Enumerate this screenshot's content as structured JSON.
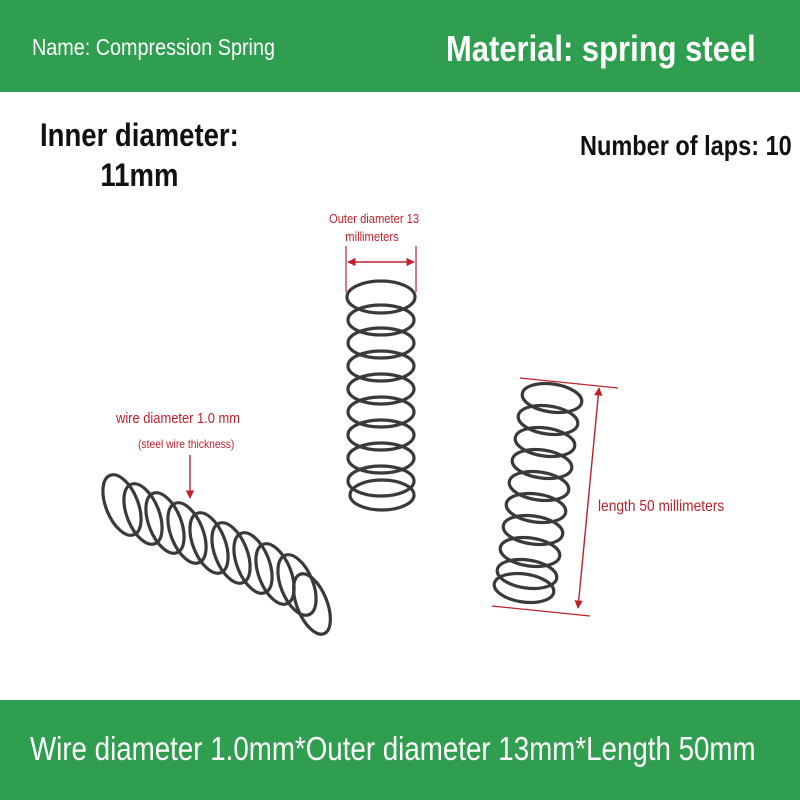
{
  "header": {
    "name_label": "Name: Compression Spring",
    "material_label": "Material: spring steel"
  },
  "specs": {
    "inner_diameter_line1": "Inner diameter:",
    "inner_diameter_line2": "11mm",
    "number_of_laps": "Number of laps: 10"
  },
  "annotations": {
    "outer_diameter_line1": "Outer diameter 13",
    "outer_diameter_line2": "millimeters",
    "wire_diameter": "wire diameter 1.0 mm",
    "wire_thickness_note": "(steel wire thickness)",
    "length": "length 50 millimeters"
  },
  "footer": {
    "spec_line": "Wire diameter 1.0mm*Outer diameter 13mm*Length 50mm"
  },
  "colors": {
    "brand_green": "#2f9e4f",
    "annotation_red": "#c0202a",
    "spring_steel": "#3a3a3a"
  }
}
